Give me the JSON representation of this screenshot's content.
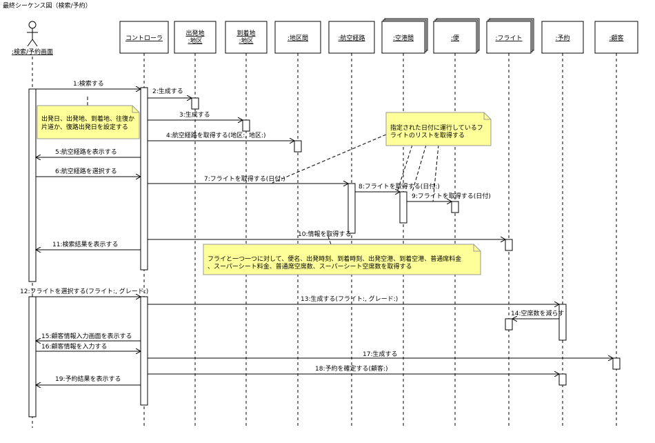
{
  "title": "最終シーケンス図（検索/予約）",
  "actor": {
    "name": ":検索/予約画面"
  },
  "lifelines": [
    {
      "id": "ctrl",
      "label": "コントローラ",
      "multi": false
    },
    {
      "id": "dep",
      "label": "出発地\n:地区",
      "multi": false
    },
    {
      "id": "arr",
      "label": "到着地\n:地区",
      "multi": false
    },
    {
      "id": "chikukan",
      "label": ":地区間",
      "multi": false
    },
    {
      "id": "route",
      "label": ":航空経路",
      "multi": false
    },
    {
      "id": "kukou",
      "label": ":空港間",
      "multi": true
    },
    {
      "id": "bin",
      "label": ":便",
      "multi": true
    },
    {
      "id": "flight",
      "label": ":フライト",
      "multi": true
    },
    {
      "id": "yoyaku",
      "label": ":予約",
      "multi": false
    },
    {
      "id": "kokyaku",
      "label": ":顧客",
      "multi": false
    }
  ],
  "messages": [
    {
      "label": "1:検索する",
      "from": "actor",
      "to": "ctrl"
    },
    {
      "label": "2:生成する",
      "from": "ctrl",
      "to": "dep"
    },
    {
      "label": "3:生成する",
      "from": "ctrl",
      "to": "arr"
    },
    {
      "label": "4:航空経路を取得する(地区:, 地区:)",
      "from": "ctrl",
      "to": "chikukan"
    },
    {
      "label": "5:航空経路を表示する",
      "from": "ctrl",
      "to": "actor"
    },
    {
      "label": "6:航空経路を選択する",
      "from": "actor",
      "to": "ctrl"
    },
    {
      "label": "7:フライトを取得する(日付:)",
      "from": "ctrl",
      "to": "route"
    },
    {
      "label": "8:フライトを取得する(日付:)",
      "from": "route",
      "to": "kukou"
    },
    {
      "label": "9:フライトを取得する(日付)",
      "from": "kukou",
      "to": "bin"
    },
    {
      "label": "10:情報を取得する",
      "from": "ctrl",
      "to": "flight"
    },
    {
      "label": "11:検索結果を表示する",
      "from": "ctrl",
      "to": "actor"
    },
    {
      "label": "12:フライトを選択する(フライト:, グレード:)",
      "from": "actor",
      "to": "ctrl"
    },
    {
      "label": "13:生成する(フライト:, グレード:)",
      "from": "ctrl",
      "to": "yoyaku"
    },
    {
      "label": "14:空席数を減らす",
      "from": "yoyaku",
      "to": "flight"
    },
    {
      "label": "15:顧客情報入力画面を表示する",
      "from": "ctrl",
      "to": "actor"
    },
    {
      "label": "16:顧客情報を入力する",
      "from": "actor",
      "to": "ctrl"
    },
    {
      "label": "17:生成する",
      "from": "ctrl",
      "to": "kokyaku"
    },
    {
      "label": "18:予約を確定する(顧客:)",
      "from": "ctrl",
      "to": "yoyaku"
    },
    {
      "label": "19:予約結果を表示する",
      "from": "ctrl",
      "to": "actor"
    }
  ],
  "notes": [
    {
      "id": "n1",
      "lines": [
        "出発日、出発地、到着地、往復か",
        "片道か、復路出発日を設定する"
      ]
    },
    {
      "id": "n2",
      "lines": [
        "指定された日付に運行しているフ",
        "ライトのリストを取得する"
      ]
    },
    {
      "id": "n3",
      "lines": [
        "フライと一つ一つに対して、便名、出発時刻、到着時刻、出発空港、到着空港、普通席料金",
        "、スーパーシート料金、普通席空席数、スーパーシート空席数を取得する"
      ]
    }
  ],
  "colors": {
    "line": "#000000",
    "note_fill": "#ffff99",
    "note_border": "#999999",
    "activation": "#ffffff"
  }
}
